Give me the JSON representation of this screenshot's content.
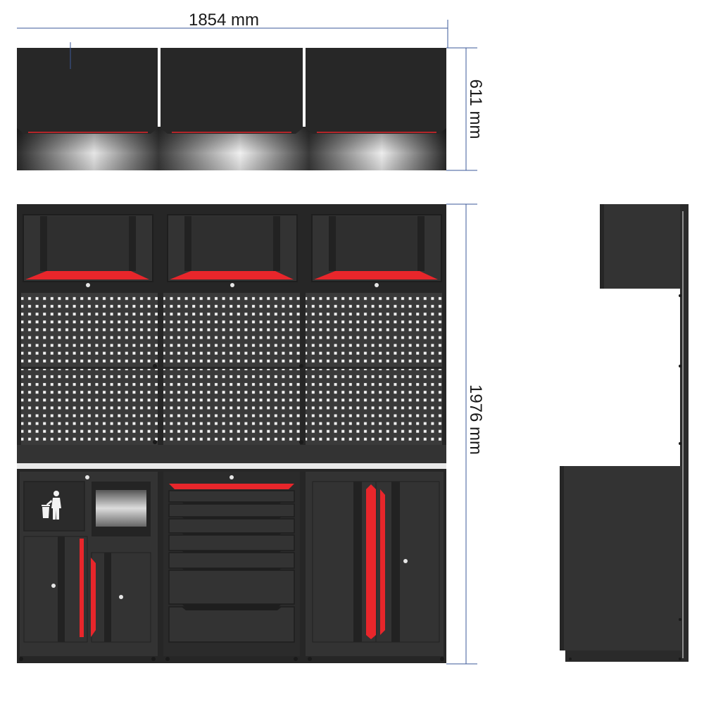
{
  "dimensions": {
    "width_label": "1854 mm",
    "top_height_label": "611 mm",
    "total_height_label": "1976 mm"
  },
  "icons": {
    "trash": "trash-bin-person-icon"
  },
  "colors": {
    "cabinet_body": "#333333",
    "cabinet_dark": "#262626",
    "accent_red": "#e8262b",
    "pegboard_hole": "#f2f2f2",
    "dimension_line": "#3b5998"
  }
}
